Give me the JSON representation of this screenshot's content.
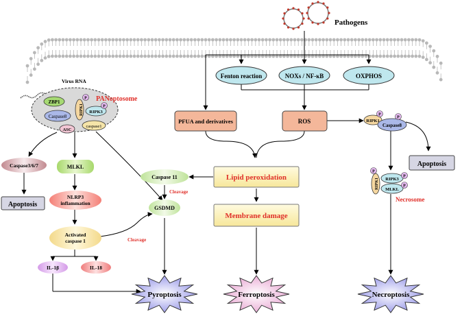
{
  "pathogens": {
    "label": "Pathogens"
  },
  "virus_rna": {
    "label": "Virus RNA"
  },
  "panoptosome": {
    "title": "PANoptosome",
    "zbp1": "ZBP1",
    "caspase8": "Caspase8",
    "asc": "ASC",
    "ripk1": "RIPK1",
    "ripk3": "RIPK3",
    "caspase1": "caspase1",
    "p": "P"
  },
  "left": {
    "caspase367": "Caspase3/6/7",
    "apoptosis": "Apoptosis",
    "mlkl": "MLKL",
    "nlrp3_line1": "NLRP3",
    "nlrp3_line2": "inflammation",
    "activated_line1": "Activated",
    "activated_line2": "caspase 1",
    "il1b": "IL-1β",
    "il18": "IL-18",
    "caspase11": "Caspase 11",
    "gsdmd": "GSDMD",
    "cleavage_top": "Cleavage",
    "cleavage_bottom": "Cleavage",
    "pyroptosis": "Pyroptosis"
  },
  "middle": {
    "fenton": "Fenton reaction",
    "nox": "NOXs / NF-κB",
    "oxphos": "OXPHOS",
    "pfua": "PFUA and derivatives",
    "ros": "ROS",
    "lipid": "Lipid peroxidation",
    "membrane": "Membrane damage",
    "ferroptosis": "Ferroptosis"
  },
  "right": {
    "ripk1": "RIPK1",
    "caspase8": "Caspase8",
    "apoptosis": "Apoptosis",
    "ripk3": "RIPK3",
    "mlkl": "MLKL",
    "ripk1b": "RIPK1",
    "necrosome": "Necrosome",
    "necroptosis": "Necroptosis",
    "p": "P"
  },
  "colors": {
    "cyan": "#bfe7ee",
    "orange": "#f4b79a",
    "yellow": "#fdf2b0",
    "red_text": "#e0302a",
    "green": "#c9e89b",
    "burst": "#a9a9ef",
    "grey_box": "#d6d6e4",
    "membrane": "#b8b8b8"
  }
}
